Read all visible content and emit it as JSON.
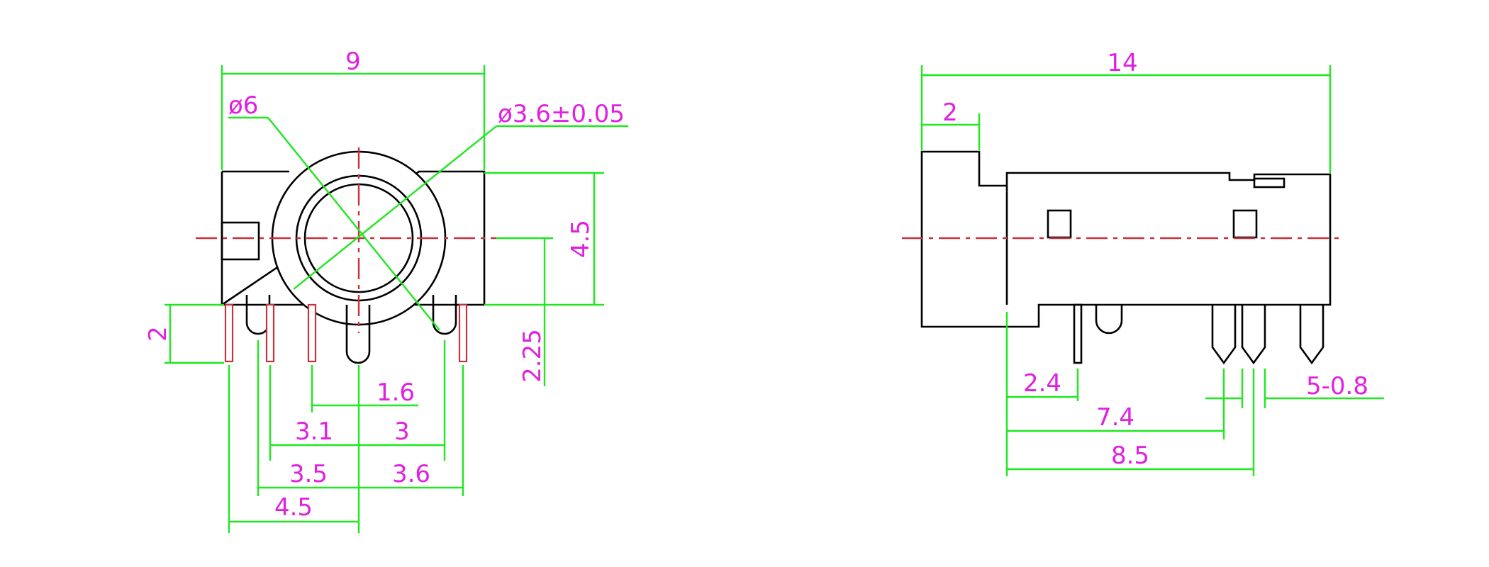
{
  "colors": {
    "dimension_text": "#e020e0",
    "dimension_line": "#1ee81e",
    "outline": "#000000",
    "centerline": "#c8323c",
    "background": "#ffffff"
  },
  "front_view": {
    "width": "9",
    "outer_diameter": "ø6",
    "hole_diameter": "ø3.6±0.05",
    "height": "4.5",
    "pin_length": "2",
    "center_height": "2.25",
    "pin_1_6": "1.6",
    "pin_3_1": "3.1",
    "pin_3": "3",
    "pin_3_5": "3.5",
    "pin_3_6": "3.6",
    "pin_4_5": "4.5"
  },
  "side_view": {
    "length": "14",
    "flange": "2",
    "pin_2_4": "2.4",
    "pin_7_4": "7.4",
    "pin_8_5": "8.5",
    "pin_count_dia": "5-0.8"
  }
}
